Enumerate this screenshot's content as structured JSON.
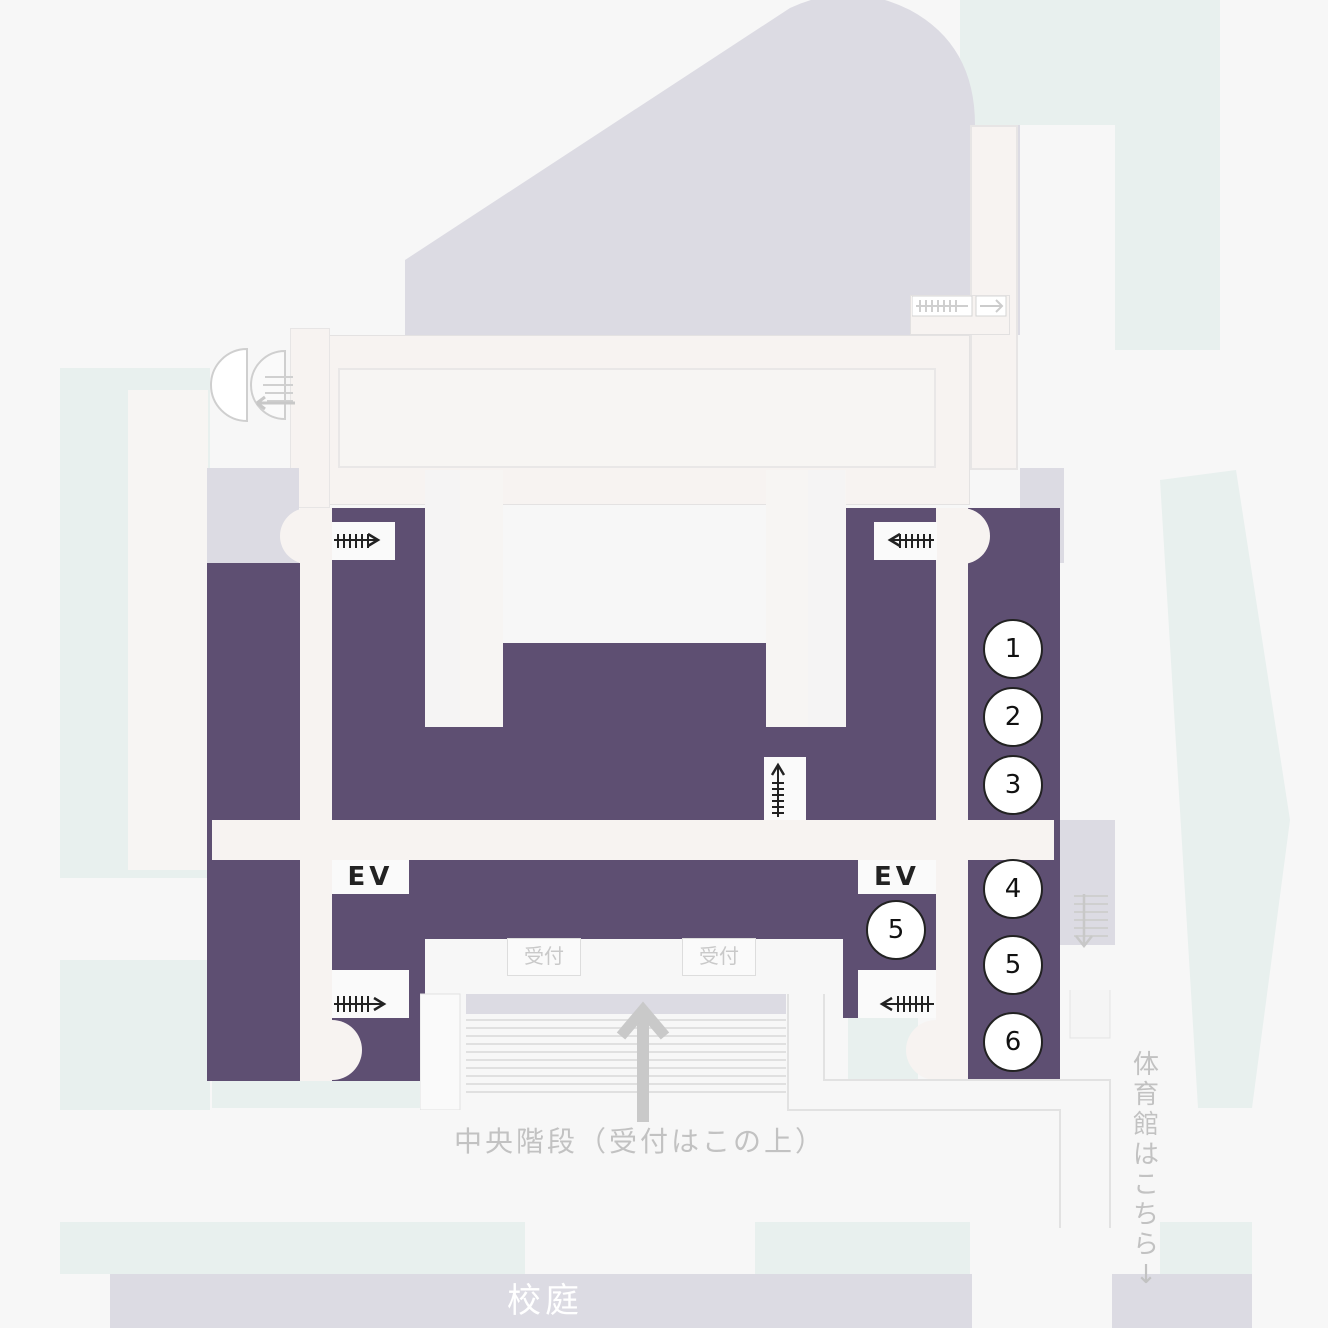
{
  "map": {
    "elevator_labels": [
      "EV",
      "EV"
    ],
    "room_numbers_east": [
      "1",
      "2",
      "3",
      "4",
      "5",
      "6"
    ],
    "room_number_inner": "5",
    "reception_labels": [
      "受付",
      "受付"
    ],
    "central_stairs_label": "中央階段（受付はこの上）",
    "gym_direction_label": "体育館はこちら↓",
    "courtyard_label": "校庭",
    "colors": {
      "building": "#5e4f72",
      "roof_area": "#dcdbe3",
      "green_area": "#e8f0ee",
      "corridor": "#f7f3f1",
      "background": "#f7f7f7",
      "faint_text": "#c2c2c2"
    },
    "icons": [
      "stairs-icon",
      "arrow-up-icon",
      "arrow-down-icon",
      "arrow-left-icon",
      "arrow-right-icon"
    ]
  }
}
